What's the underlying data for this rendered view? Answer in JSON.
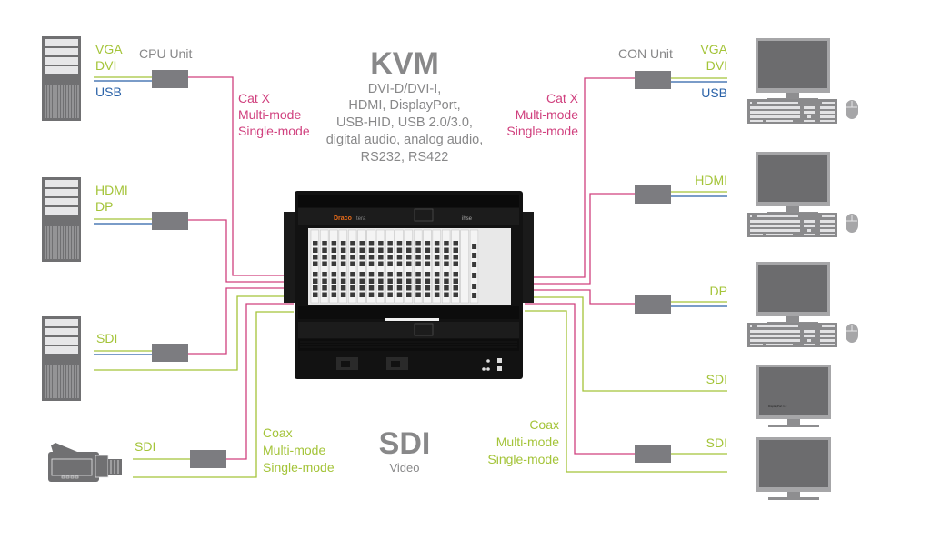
{
  "colors": {
    "video_line": "#a4c439",
    "usb_line": "#2a62a8",
    "cat_line": "#d0407e",
    "device_grey": "#707072",
    "extender_grey": "#7c7c80",
    "chassis_black": "#111111",
    "label_grey": "#888889"
  },
  "kvm": {
    "title": "KVM",
    "description_lines": [
      "DVI-D/DVI-I,",
      "HDMI, DisplayPort,",
      "USB-HID, USB 2.0/3.0,",
      "digital audio, analog audio,",
      "RS232, RS422"
    ]
  },
  "sdi": {
    "title": "SDI",
    "subtitle": "Video"
  },
  "transmission_left_top": [
    "Cat X",
    "Multi-mode",
    "Single-mode"
  ],
  "transmission_right_top": [
    "Cat X",
    "Multi-mode",
    "Single-mode"
  ],
  "transmission_left_bottom": [
    "Coax",
    "Multi-mode",
    "Single-mode"
  ],
  "transmission_right_bottom": [
    "Coax",
    "Multi-mode",
    "Single-mode"
  ],
  "cpu_unit_label": "CPU Unit",
  "con_unit_label": "CON Unit",
  "sources": [
    {
      "device": "computer-tower",
      "video": [
        "VGA",
        "DVI"
      ],
      "usb": "USB"
    },
    {
      "device": "computer-tower",
      "video": [
        "HDMI",
        "DP"
      ],
      "usb": ""
    },
    {
      "device": "computer-tower",
      "video": [
        "SDI"
      ],
      "usb": ""
    },
    {
      "device": "video-camera",
      "video": [
        "SDI"
      ],
      "usb": ""
    }
  ],
  "sinks": [
    {
      "device": "workstation",
      "video": [
        "VGA",
        "DVI"
      ],
      "usb": "USB"
    },
    {
      "device": "workstation",
      "video": [
        "HDMI"
      ],
      "usb": ""
    },
    {
      "device": "workstation",
      "video": [
        "DP"
      ],
      "usb": ""
    },
    {
      "device": "monitor",
      "video": [
        "SDI"
      ],
      "usb": ""
    },
    {
      "device": "monitor",
      "video": [
        "SDI"
      ],
      "usb": ""
    }
  ],
  "chassis": {
    "brand": "Draco",
    "brand_suffix": "tera",
    "maker": "ihse",
    "port_cards": 18
  },
  "monitor_screen_text": "DisplayPort 1.2"
}
